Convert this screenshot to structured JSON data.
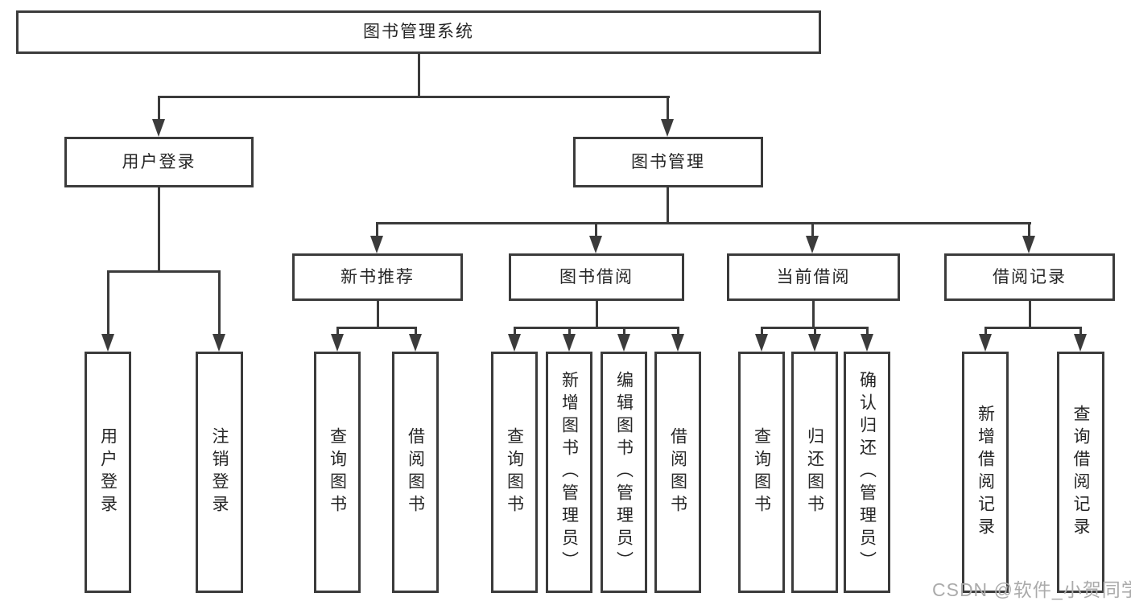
{
  "tree": {
    "root": {
      "label": "图书管理系统",
      "children": [
        {
          "label": "用户登录",
          "children": [
            {
              "label": "用户登录"
            },
            {
              "label": "注销登录"
            }
          ]
        },
        {
          "label": "图书管理",
          "children": [
            {
              "label": "新书推荐",
              "children": [
                {
                  "label": "查询图书"
                },
                {
                  "label": "借阅图书"
                }
              ]
            },
            {
              "label": "图书借阅",
              "children": [
                {
                  "label": "查询图书"
                },
                {
                  "label": "新增图书（管理员）"
                },
                {
                  "label": "编辑图书（管理员）"
                },
                {
                  "label": "借阅图书"
                }
              ]
            },
            {
              "label": "当前借阅",
              "children": [
                {
                  "label": "查询图书"
                },
                {
                  "label": "归还图书"
                },
                {
                  "label": "确认归还（管理员）"
                }
              ]
            },
            {
              "label": "借阅记录",
              "children": [
                {
                  "label": "新增借阅记录"
                },
                {
                  "label": "查询借阅记录"
                }
              ]
            }
          ]
        }
      ]
    }
  },
  "watermark": {
    "text": "CSDN @软件_小贺同学"
  },
  "colors": {
    "line": "#3b3b3b",
    "box_border": "#3b3b3b",
    "box_fill": "#ffffff",
    "text": "#262626",
    "background": "#ffffff",
    "watermark": "#ababab"
  }
}
